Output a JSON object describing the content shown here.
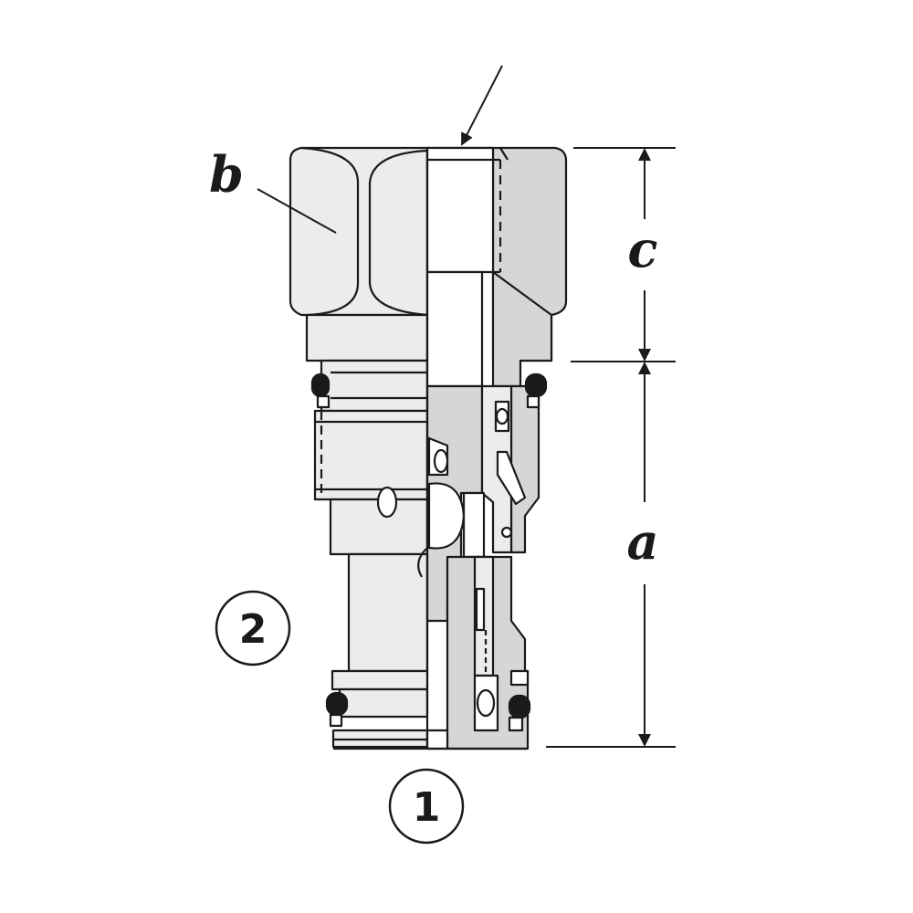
{
  "labels": {
    "dim_a": "a",
    "dim_b": "b",
    "dim_c": "c",
    "port_1": "1",
    "port_2": "2"
  },
  "colors": {
    "stroke": "#1a1a1a",
    "body_fill": "#ececec",
    "section_fill": "#d6d6d6",
    "seal_fill": "#1a1a1a",
    "background": "#ffffff"
  }
}
